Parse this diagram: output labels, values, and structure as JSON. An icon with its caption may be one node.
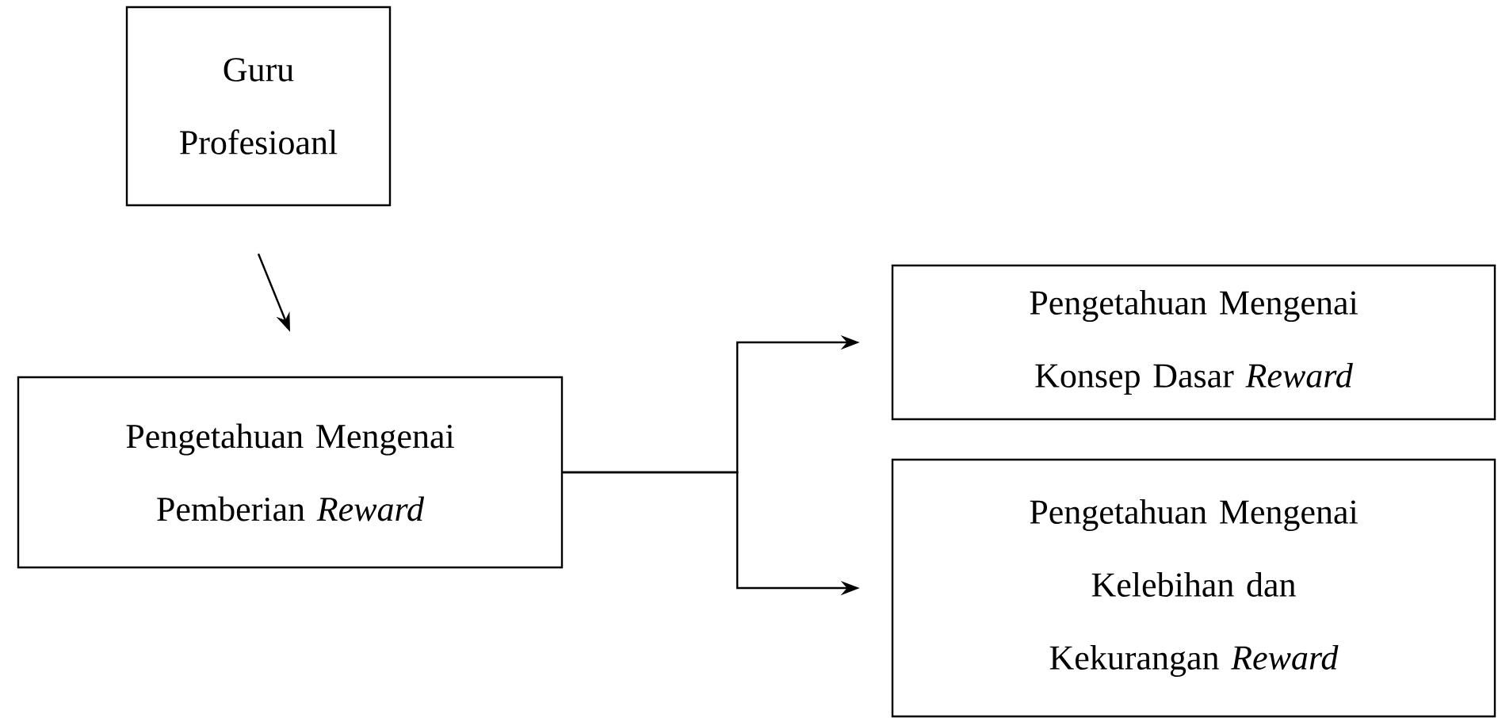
{
  "diagram": {
    "nodes": [
      {
        "text": [
          "Guru Profesioanl"
        ]
      },
      {
        "text": [
          "Pengetahuan Mengenai Pemberian *Reward*"
        ]
      },
      {
        "text": [
          "Pengetahuan Mengenai Konsep Dasar *Reward*"
        ]
      },
      {
        "text": [
          "Pengetahuan Mengenai Kelebihan dan Kekurangan *Reward*"
        ]
      }
    ],
    "edges": [
      {
        "from": 0,
        "to": 1,
        "arrow": "to"
      },
      {
        "from": 1,
        "to": 2,
        "arrow": "to"
      },
      {
        "from": 1,
        "to": 3,
        "arrow": "to"
      }
    ]
  }
}
